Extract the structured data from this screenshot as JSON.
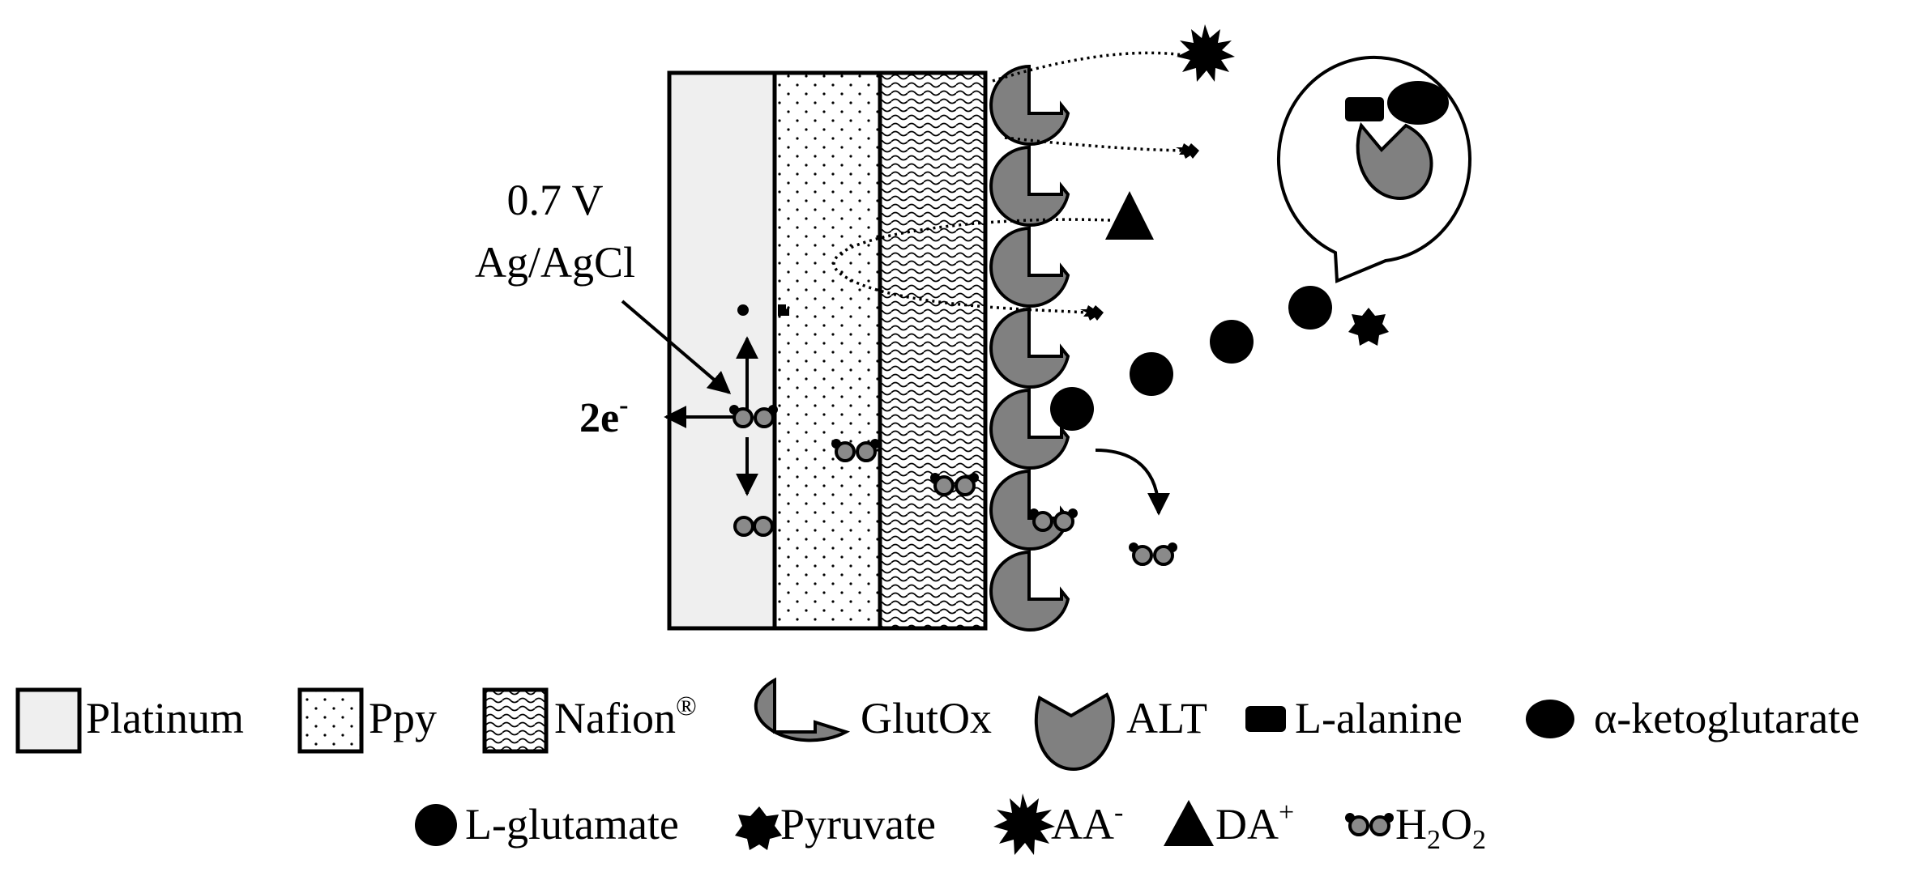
{
  "electrode": {
    "potential": "0.7 V",
    "reference": "Ag/AgCl",
    "electrons": "2e",
    "electrons_sup": "-"
  },
  "legend": {
    "platinum": "Platinum",
    "ppy": "Ppy",
    "nafion": "Nafion",
    "nafion_sup": "®",
    "glutox": "GlutOx",
    "alt": "ALT",
    "l_alanine": "L-alanine",
    "a_ketoglutarate": "α-ketoglutarate",
    "l_glutamate": "L-glutamate",
    "pyruvate": "Pyruvate",
    "aa": "AA",
    "aa_sup": "-",
    "da": "DA",
    "da_sup": "+",
    "h2o2_h": "H",
    "h2o2_2a": "2",
    "h2o2_o": "O",
    "h2o2_2b": "2"
  },
  "colors": {
    "platinum_fill": "#efefef",
    "enzyme_fill": "#808080",
    "h2o2_fill": "#8a8a8a",
    "ink": "#000000"
  },
  "icons": {
    "aa": "starburst-icon",
    "da": "triangle-icon",
    "pyruvate": "star-icon",
    "l_glutamate": "circle-icon",
    "h2o2": "h2o2-molecule-icon"
  }
}
